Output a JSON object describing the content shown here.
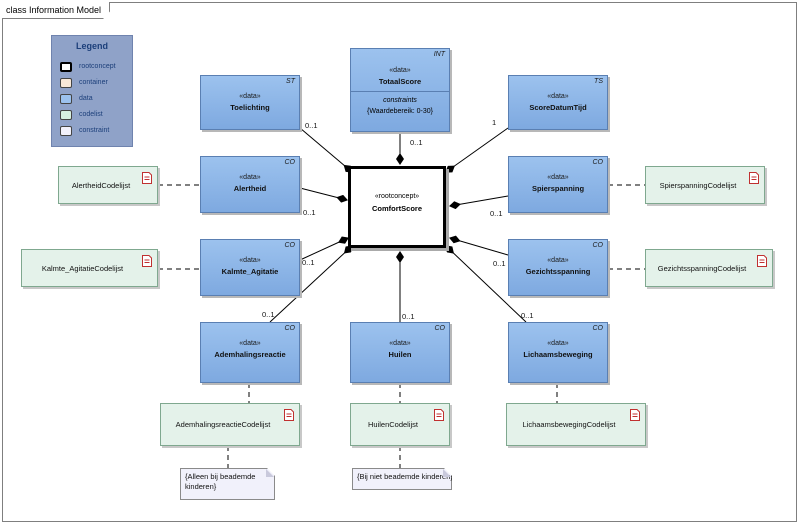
{
  "frame": {
    "title": "class Information Model"
  },
  "legend": {
    "title": "Legend",
    "items": [
      {
        "label": "rootconcept",
        "color": "#ffffff"
      },
      {
        "label": "container",
        "color": "#f8e8d8"
      },
      {
        "label": "data",
        "color": "#9cc2ee"
      },
      {
        "label": "codelist",
        "color": "#d6efe0"
      },
      {
        "label": "constraint",
        "color": "#f1f1fb"
      }
    ]
  },
  "root": {
    "stereotype": "«rootconcept»",
    "name": "ComfortScore"
  },
  "data_classes": {
    "toelichting": {
      "stereotype": "«data»",
      "name": "Toelichting",
      "type": "ST"
    },
    "totaalscore": {
      "stereotype": "«data»",
      "name": "TotaalScore",
      "type": "INT",
      "constraints_label": "constraints",
      "constraint": "{Waardebereik: 0-30}"
    },
    "scoredatumtijd": {
      "stereotype": "«data»",
      "name": "ScoreDatumTijd",
      "type": "TS"
    },
    "alertheid": {
      "stereotype": "«data»",
      "name": "Alertheid",
      "type": "CO"
    },
    "spierspanning": {
      "stereotype": "«data»",
      "name": "Spierspanning",
      "type": "CO"
    },
    "kalmte": {
      "stereotype": "«data»",
      "name": "Kalmte_Agitatie",
      "type": "CO"
    },
    "gezichtsspanning": {
      "stereotype": "«data»",
      "name": "Gezichtsspanning",
      "type": "CO"
    },
    "ademhaling": {
      "stereotype": "«data»",
      "name": "Ademhalingsreactie",
      "type": "CO"
    },
    "huilen": {
      "stereotype": "«data»",
      "name": "Huilen",
      "type": "CO"
    },
    "lichaam": {
      "stereotype": "«data»",
      "name": "Lichaamsbeweging",
      "type": "CO"
    }
  },
  "codelists": {
    "alertheid": "AlertheidCodelijst",
    "spierspanning": "SpierspanningCodelijst",
    "kalmte": "Kalmte_AgitatieCodelijst",
    "gezichtsspanning": "GezichtsspanningCodelijst",
    "ademhaling": "AdemhalingsreactieCodelijst",
    "huilen": "HuilenCodelijst",
    "lichaam": "LichaamsbewegingCodelijst"
  },
  "multiplicities": {
    "toelichting": "0..1",
    "totaalscore": "0..1",
    "scoredatumtijd": "1",
    "alertheid": "0..1",
    "spierspanning": "0..1",
    "kalmte": "0..1",
    "gezichtsspanning": "0..1",
    "ademhaling": "0..1",
    "huilen": "0..1",
    "lichaam": "0..1"
  },
  "notes": {
    "ademhaling": "{Alleen bij beademde kinderen}",
    "huilen": "{Bij niet beademde kinderen}"
  }
}
